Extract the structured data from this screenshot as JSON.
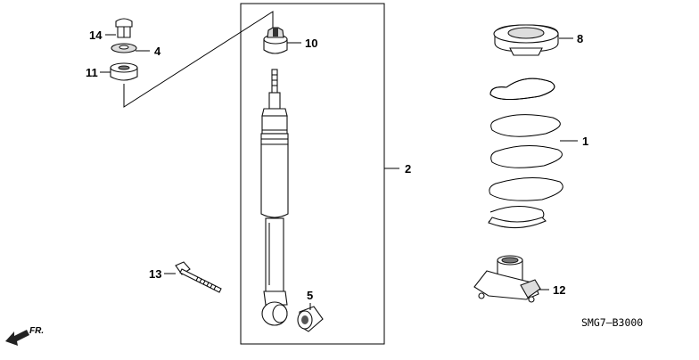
{
  "diagram": {
    "code": "SMG7—B3000",
    "direction_label": "FR.",
    "callouts": [
      {
        "id": "c1",
        "label": "1"
      },
      {
        "id": "c2",
        "label": "2"
      },
      {
        "id": "c4",
        "label": "4"
      },
      {
        "id": "c5",
        "label": "5"
      },
      {
        "id": "c8",
        "label": "8"
      },
      {
        "id": "c10",
        "label": "10"
      },
      {
        "id": "c11",
        "label": "11"
      },
      {
        "id": "c12",
        "label": "12"
      },
      {
        "id": "c13",
        "label": "13"
      },
      {
        "id": "c14",
        "label": "14"
      }
    ]
  }
}
